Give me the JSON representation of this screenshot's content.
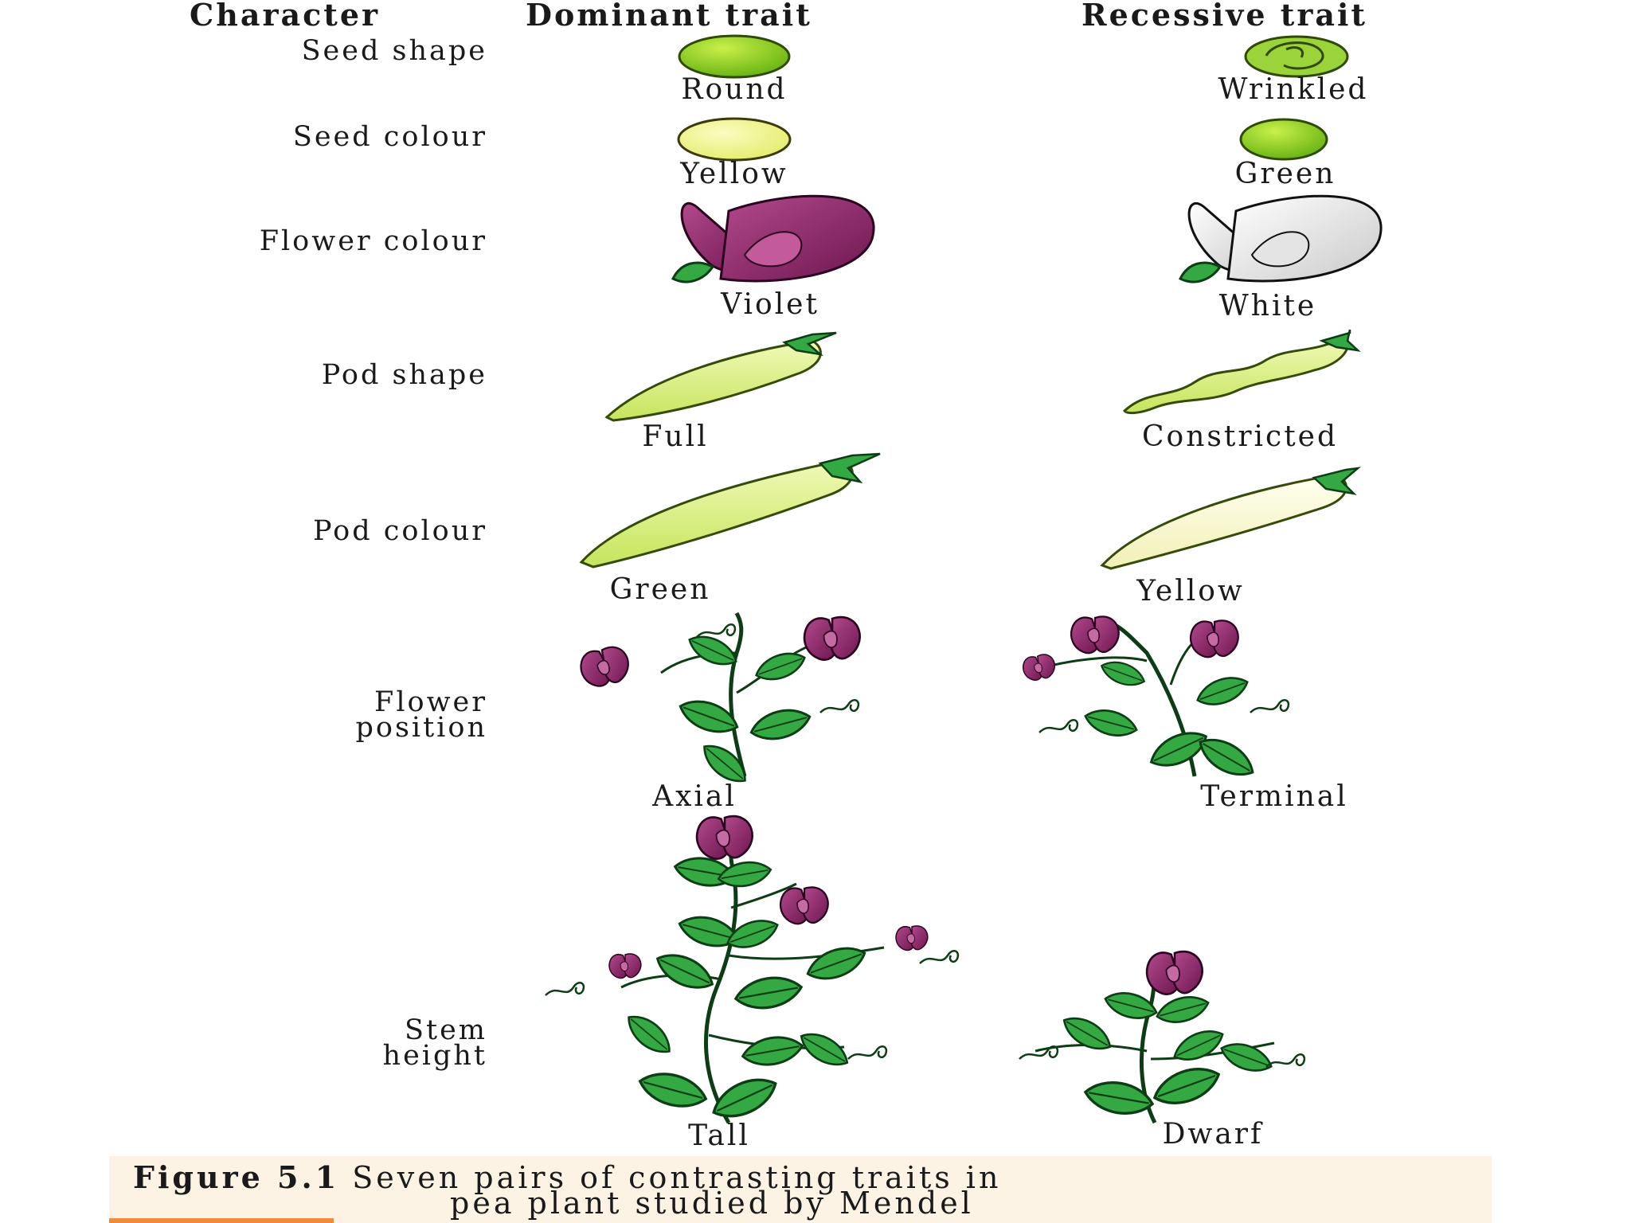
{
  "headers": {
    "character": "Character",
    "dominant": "Dominant trait",
    "recessive": "Recessive trait"
  },
  "rows": [
    {
      "character": "Seed shape",
      "dominant": "Round",
      "recessive": "Wrinkled"
    },
    {
      "character": "Seed colour",
      "dominant": "Yellow",
      "recessive": "Green"
    },
    {
      "character": "Flower colour",
      "dominant": "Violet",
      "recessive": "White"
    },
    {
      "character": "Pod shape",
      "dominant": "Full",
      "recessive": "Constricted"
    },
    {
      "character": "Pod colour",
      "dominant": "Green",
      "recessive": "Yellow"
    },
    {
      "character": "Flower\nposition",
      "dominant": "Axial",
      "recessive": "Terminal"
    },
    {
      "character": "Stem\nheight",
      "dominant": "Tall",
      "recessive": "Dwarf"
    }
  ],
  "caption": {
    "figure_label": "Figure 5.1",
    "line1": "Seven pairs of contrasting traits in",
    "line2": "pea plant studied by Mendel"
  },
  "colors": {
    "violet": "#8a2a6a",
    "leaf_green": "#2fa63c",
    "seed_green": "#7bc51b",
    "seed_yellow": "#eef28a",
    "pod_green": "#dbf08a",
    "pod_yellow": "#f8f6c8",
    "caption_bg": "#fdf3e4",
    "accent_orange": "#f08a3c"
  }
}
